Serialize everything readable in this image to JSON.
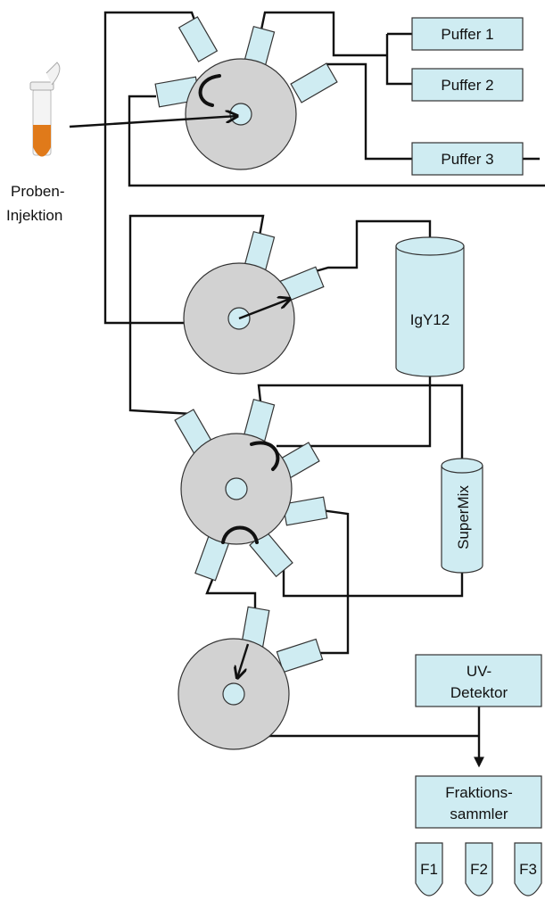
{
  "sample_injection": {
    "label_line1": "Proben-",
    "label_line2": "Injektion"
  },
  "buffers": [
    {
      "label": "Puffer 1"
    },
    {
      "label": "Puffer 2"
    },
    {
      "label": "Puffer 3"
    }
  ],
  "columns": [
    {
      "label": "IgY12"
    },
    {
      "label": "SuperMix"
    }
  ],
  "uv_detector": {
    "line1": "UV-",
    "line2": "Detektor"
  },
  "fraction_collector": {
    "line1": "Fraktions-",
    "line2": "sammler"
  },
  "fractions": [
    {
      "label": "F1"
    },
    {
      "label": "F2"
    },
    {
      "label": "F3"
    }
  ],
  "colors": {
    "component_fill": "#cfecf2",
    "valve_fill": "#d2d2d2",
    "tube_cap": "#e07a1a"
  }
}
